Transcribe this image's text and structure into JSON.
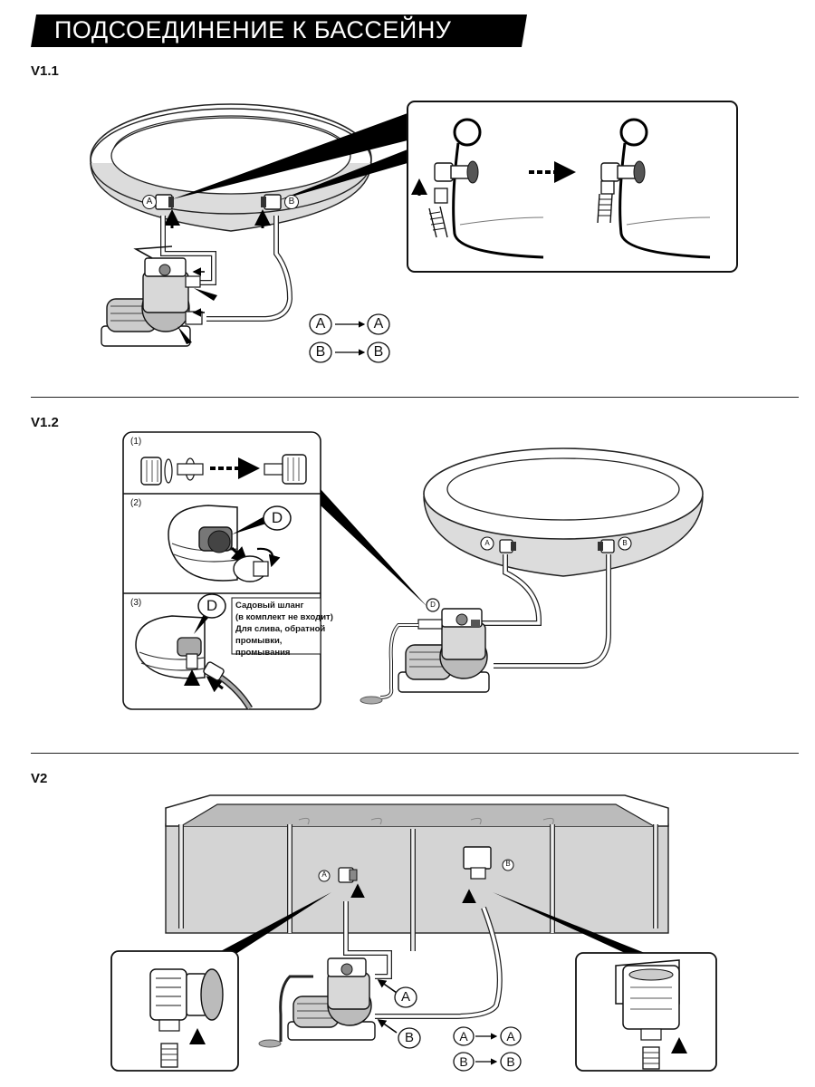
{
  "header": {
    "title": "ПОДСОЕДИНЕНИЕ К БАССЕЙНУ"
  },
  "sections": {
    "v11": {
      "label": "V1.1"
    },
    "v12": {
      "label": "V1.2"
    },
    "v2": {
      "label": "V2"
    }
  },
  "markers": {
    "a": "A",
    "b": "B",
    "d": "D"
  },
  "steps": {
    "s1": "(1)",
    "s2": "(2)",
    "s3": "(3)"
  },
  "garden_hose_note": {
    "line1": "Садовый шланг",
    "line2": "(в комплект не входит)",
    "line3": "Для слива, обратной",
    "line4": "промывки,",
    "line5": "промывания"
  },
  "icons": [
    "arrow-up-icon",
    "dashed-arrow-right-icon",
    "arrow-right-icon",
    "rotate-arrow-icon"
  ]
}
